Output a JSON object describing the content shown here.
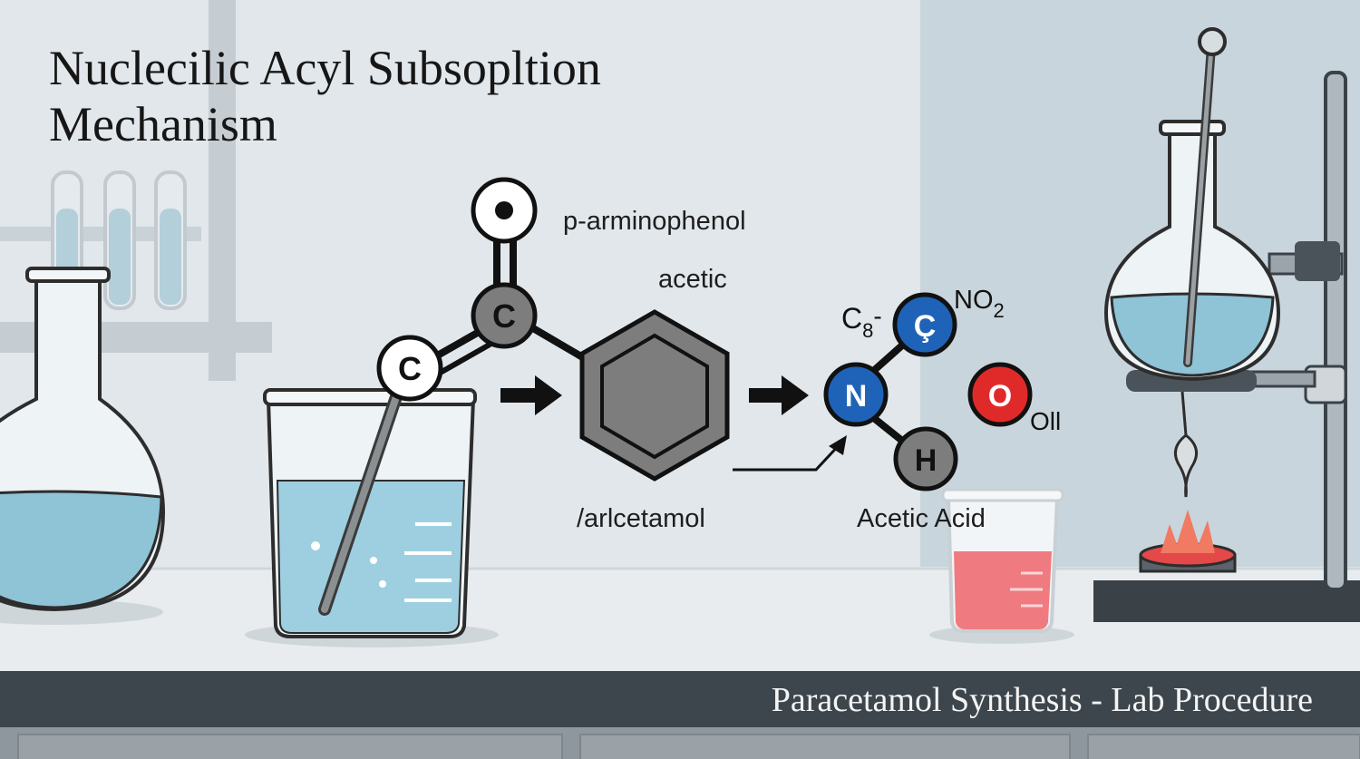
{
  "title": {
    "line1": "Nucleсilic Acyl Subsopltion",
    "line2": "Mechanism"
  },
  "labels": {
    "reactant1": "p-arminophenol",
    "reactant2": "acetic",
    "product1": "/arlcetamol",
    "product2": "Acetic Acid",
    "fragment_c8": "C",
    "fragment_c8_sub": "8",
    "fragment_dash": "-",
    "fragment_no2": "NO",
    "fragment_no2_sub": "2",
    "fragment_oh": "Oll"
  },
  "atoms": {
    "top_o": "•",
    "carbonyl_c": "C",
    "methyl_c": "C",
    "amide_c": "Ç",
    "nitrogen": "N",
    "hydrogen": "H",
    "oxygen": "O"
  },
  "colors": {
    "nitrogen": "#1f63b8",
    "amide_carbon": "#1f63b8",
    "oxygen": "#e02a2a",
    "carbon_gray": "#7d7d7d",
    "water_blue": "#8fc3d6",
    "red_liquid": "#ef7b80",
    "footer": "#3d464d"
  },
  "footer": {
    "text": "Paracetamol Synthesis - Lab Procedure"
  }
}
